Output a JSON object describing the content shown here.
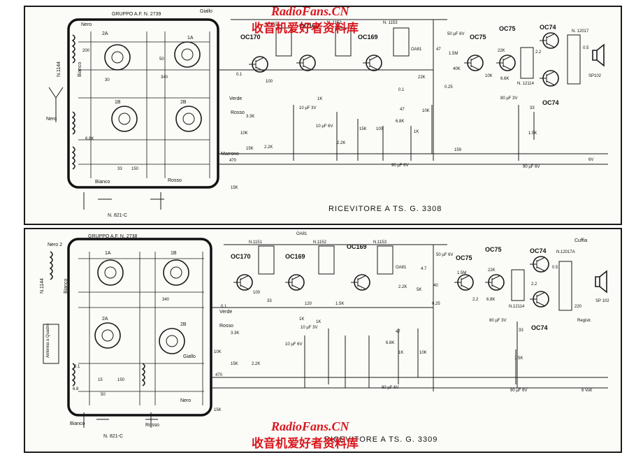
{
  "watermark": {
    "top_latin": "RadioFans.CN",
    "top_chinese": "收音机爱好者资料库",
    "bottom_latin": "RadioFans.CN",
    "bottom_chinese": "收音机爱好者资料库"
  },
  "top_schematic": {
    "title": "RICEVITORE A TS. G. 3308",
    "rf_group": "GRUPPO A.F. N. 2739",
    "coil": "N.1144",
    "transistors": [
      "OC170",
      "OC169",
      "OC169",
      "OC75",
      "OC75",
      "OC74",
      "OC74"
    ],
    "transformers": [
      "N. 1151",
      "N. 1152",
      "N. 1153",
      "N. 12114",
      "N. 12017"
    ],
    "diode": "OA81",
    "speaker": "SP102",
    "wire_labels": [
      "Nero",
      "Bianco",
      "Giallo",
      "Verde",
      "Rosso",
      "Marrone",
      "Bianco",
      "Rosso",
      "Nero"
    ],
    "section_labels": [
      "1A",
      "2A",
      "1B",
      "2B"
    ],
    "values": [
      "200",
      "50",
      "30",
      "340",
      "100",
      "0.1",
      "3.3K",
      "10K",
      "15K",
      "2.2K",
      "470",
      "33",
      "150",
      "15K",
      "1K",
      "2.2K",
      "15K",
      "47",
      "6.8K",
      "1K",
      "10K",
      "22K",
      "1.5M",
      "47",
      "40K",
      "0.25",
      "10K",
      "22K",
      "6.6K",
      "10 µF 3V",
      "10 µF 6V",
      "50 µF 6V",
      "80 µF 3V",
      "90 µF 6V",
      "90 µF 6V",
      "159",
      "33",
      "1.5K",
      "6.8K",
      "0.1",
      "2.2",
      "0.5",
      "100"
    ],
    "battery": "6V",
    "switch_ref": "N. 821-C"
  },
  "bottom_schematic": {
    "title": "RICEVITORE A TS. G. 3309",
    "rf_group": "GRUPPO A.F. N. 2738",
    "coil": "N.1144",
    "transistors": [
      "OC170",
      "OC169",
      "OC169",
      "OC75",
      "OC75",
      "OC74",
      "OC74"
    ],
    "transformers": [
      "N.1151",
      "N.1152",
      "N.1153",
      "N.12114",
      "N.12017A"
    ],
    "diodes": [
      "OA81",
      "OA81"
    ],
    "speaker": "SP 102",
    "wire_labels": [
      "Nero 2",
      "Bianco",
      "Verde",
      "Rosso",
      "Giallo",
      "Bianco",
      "Nero",
      "Rosso"
    ],
    "section_labels": [
      "1A",
      "1B",
      "2A",
      "2B"
    ],
    "antenna": "Antenna a Quadro",
    "values": [
      "340",
      "100",
      "0.1",
      "3.3K",
      "10K",
      "15K",
      "2.2K",
      "470",
      "33",
      "150",
      "6.8",
      "15",
      "50",
      "0.1",
      "15K",
      "1K",
      "120",
      "1.5K",
      "2.2K",
      "47",
      "6.8K",
      "1K",
      "10K",
      "4.7",
      "1.5M",
      "22K",
      "40",
      "2.2",
      "0.25",
      "6.8K",
      "10 µF 3V",
      "10 µF 6V",
      "50 µF 6V",
      "80 µF 3V",
      "90 µF 6V",
      "90 µF 6V",
      "0.5",
      "220",
      "33",
      "1.5K",
      "2.2",
      "5K",
      "1K"
    ],
    "extras": [
      "Cuffia",
      "Registr."
    ],
    "battery": "6 Volt",
    "switch_ref": "N. 821-C"
  }
}
